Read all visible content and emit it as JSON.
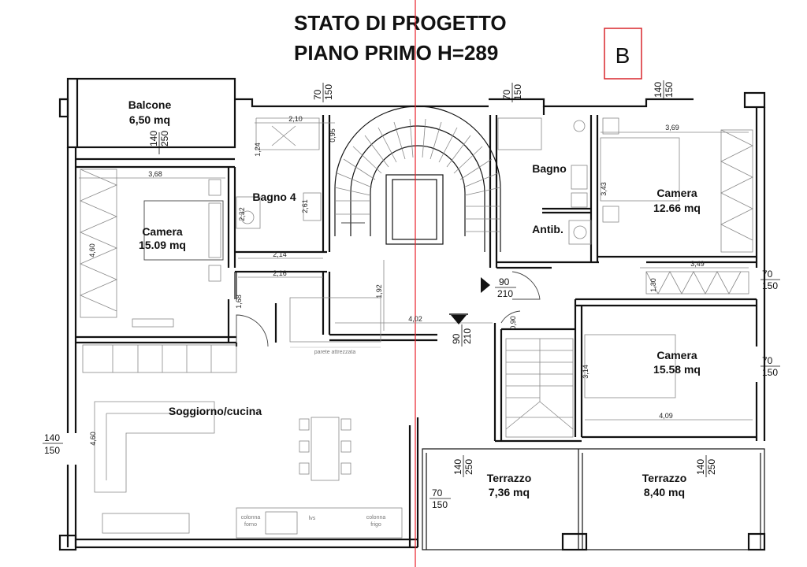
{
  "header": {
    "title_line1": "STATO DI PROGETTO",
    "title_line2": "PIANO PRIMO H=289",
    "sheet_letter": "B"
  },
  "rooms": {
    "balcone": {
      "name": "Balcone",
      "area": "6,50 mq"
    },
    "bagno4": {
      "name": "Bagno 4"
    },
    "camera_left": {
      "name": "Camera",
      "area": "15.09 mq"
    },
    "bagno": {
      "name": "Bagno"
    },
    "antibagno": {
      "name": "Antib."
    },
    "camera_top_right": {
      "name": "Camera",
      "area": "12.66 mq"
    },
    "camera_mid_right": {
      "name": "Camera",
      "area": "15.58 mq"
    },
    "soggiorno": {
      "name": "Soggiorno/cucina"
    },
    "terrazzo_left": {
      "name": "Terrazzo",
      "area": "7,36 mq"
    },
    "terrazzo_right": {
      "name": "Terrazzo",
      "area": "8,40 mq"
    }
  },
  "dimensions": {
    "d_368": "3,68",
    "d_210": "2,10",
    "d_214": "2,14",
    "d_216": "2,16",
    "d_124": "1,24",
    "d_095": "0,95",
    "d_232": "2,32",
    "d_261": "2,61",
    "d_168": "1,68",
    "d_460": "4,60",
    "d_480": "4,60",
    "d_192": "1,92",
    "d_402": "4,02",
    "d_369": "3,69",
    "d_343": "3,43",
    "d_349": "3,49",
    "d_130": "1,30",
    "d_314": "3,14",
    "d_409": "4,09",
    "d_090": "0,90"
  },
  "openings": {
    "balcone_window": {
      "w": "140",
      "h": "250"
    },
    "top_left_window": {
      "w": "70",
      "h": "150"
    },
    "top_mid_window": {
      "w": "70",
      "h": "150"
    },
    "top_right_window": {
      "w": "140",
      "h": "150"
    },
    "right_window_1": {
      "w": "70",
      "h": "150"
    },
    "right_window_2": {
      "w": "70",
      "h": "150"
    },
    "left_window": {
      "w": "140",
      "h": "150"
    },
    "door_landing": {
      "w": "90",
      "h": "210"
    },
    "door_entry": {
      "w": "90",
      "h": "210"
    },
    "terrazzo_left_door": {
      "w": "140",
      "h": "250"
    },
    "terrazzo_right_door": {
      "w": "140",
      "h": "250"
    },
    "terrazzo_small_window": {
      "w": "70",
      "h": "150"
    }
  },
  "labels": {
    "parete_attrezzata": "parete attrezzata",
    "colonna_forno_1": "colonna",
    "colonna_forno_2": "forno",
    "lvs": "lvs",
    "colonna_frigo_1": "colonna",
    "colonna_frigo_2": "frigo"
  },
  "colors": {
    "cut_line": "#e8202a",
    "letter_box": "#d9262c"
  }
}
